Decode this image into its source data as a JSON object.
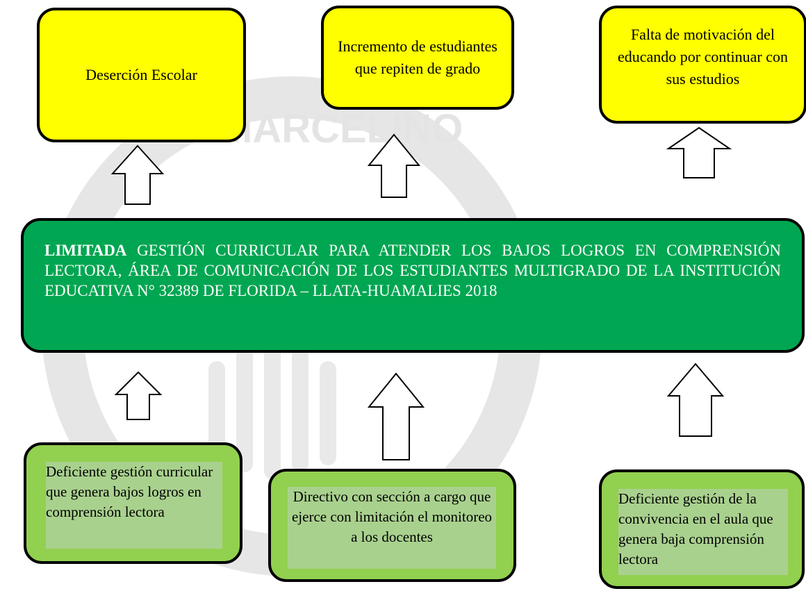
{
  "effects": [
    {
      "text": "Deserción Escolar"
    },
    {
      "text": "Incremento de estudiantes que repiten de grado"
    },
    {
      "text": "Falta de motivación del educando por continuar con sus estudios"
    }
  ],
  "problem": {
    "bold": "LIMITADA",
    "text": " GESTIÓN CURRICULAR PARA ATENDER LOS BAJOS LOGROS EN COMPRENSIÓN LECTORA, ÁREA DE COMUNICACIÓN DE LOS ESTUDIANTES MULTIGRADO  DE LA INSTITUCIÓN EDUCATIVA N° 32389 DE FLORIDA – LLATA-HUAMALIES 2018"
  },
  "causes": [
    {
      "text": "Deficiente gestión curricular que genera bajos logros  en comprensión lectora"
    },
    {
      "text": "Directivo con sección a cargo que ejerce con limitación el monitoreo a los docentes"
    },
    {
      "text": "Deficiente gestión de la convivencia en el aula que genera baja comprensión lectora"
    }
  ],
  "watermark": {
    "text": "MARCELINO"
  },
  "colors": {
    "effect_box": "#ffff00",
    "problem_box": "#00a651",
    "cause_box": "#92d050",
    "cause_inner": "#a9d18e"
  }
}
